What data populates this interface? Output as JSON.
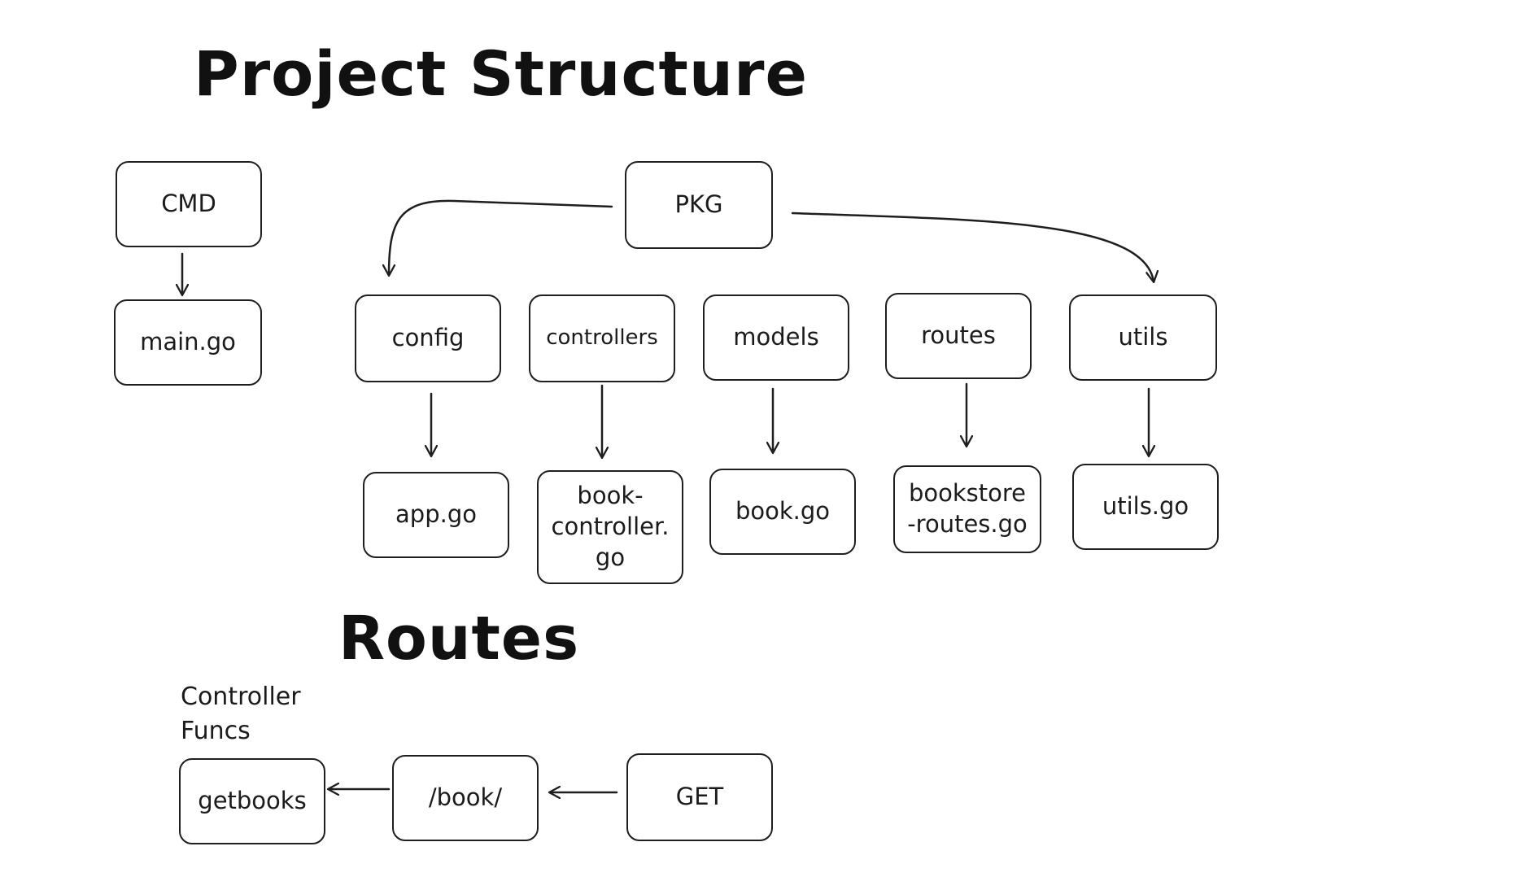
{
  "headings": {
    "project_structure": "Project Structure",
    "routes": "Routes"
  },
  "nodes": {
    "cmd": "CMD",
    "main_go": "main.go",
    "pkg": "PKG",
    "config": "config",
    "controllers": "controllers",
    "models": "models",
    "routes": "routes",
    "utils": "utils",
    "app_go": "app.go",
    "book_controller_go": [
      "book-",
      "controller.",
      "go"
    ],
    "book_go": "book.go",
    "bookstore_routes_go": [
      "bookstore",
      "-routes.go"
    ],
    "utils_go": "utils.go",
    "getbooks": "getbooks",
    "book_path": "/book/",
    "get": "GET"
  },
  "controller_funcs_label": [
    "Controller",
    "Funcs"
  ]
}
